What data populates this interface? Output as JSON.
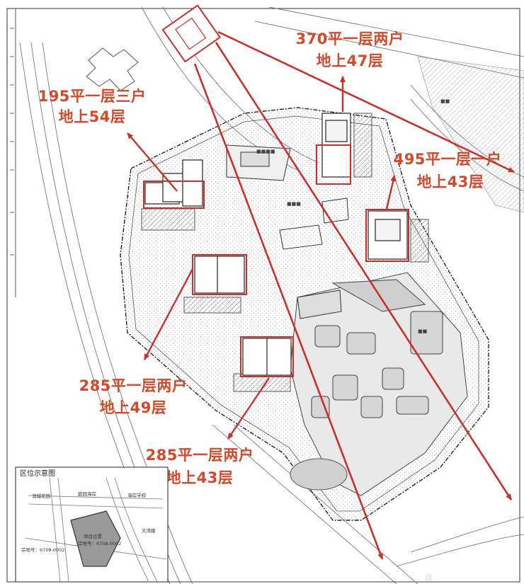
{
  "plan": {
    "colors": {
      "annotation_red": "#c8302c",
      "label_red": "#d24a2a",
      "line_gray": "#555555"
    },
    "towers": [
      {
        "id": "t1",
        "area_line": "195平一层三户",
        "floors_line": "地上54层"
      },
      {
        "id": "t2",
        "area_line": "370平一层两户",
        "floors_line": "地上47层"
      },
      {
        "id": "t3",
        "area_line": "495平一层一户",
        "floors_line": "地上43层"
      },
      {
        "id": "t4",
        "area_line": "285平一层两户",
        "floors_line": "地上49层"
      },
      {
        "id": "t5",
        "area_line": "285平一层两户",
        "floors_line": "地上43层"
      }
    ]
  },
  "location_map": {
    "title": "区位示意图",
    "labels": {
      "north_west": "滨城花园",
      "north_mid": "碧园海岸",
      "north_east": "海岸学校",
      "site": "项目位置",
      "site_code": "宗地号：6708-0002",
      "east": "大湾路",
      "legend": "宗地号：6708-0002"
    }
  },
  "watermark": "房"
}
